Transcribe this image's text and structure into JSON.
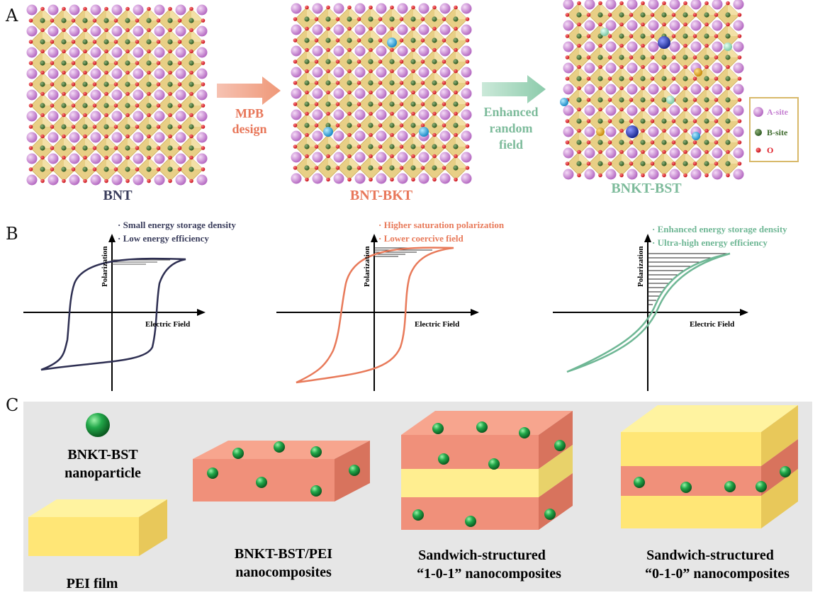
{
  "panels": {
    "a": "A",
    "b": "B",
    "c": "C"
  },
  "panel_a": {
    "structures": [
      "BNT",
      "BNT-BKT",
      "BNKT-BST"
    ],
    "arrow1": [
      "MPB",
      "design"
    ],
    "arrow2": [
      "Enhanced",
      "random",
      "field"
    ],
    "legend": [
      "A-site",
      "B-site",
      "O"
    ]
  },
  "panel_b": {
    "loops": [
      {
        "notes": [
          "· Small energy storage density",
          "· Low energy efficiency"
        ],
        "color": "#2e2f52"
      },
      {
        "notes": [
          "· Higher  saturation polarization",
          "· Lower coercive field"
        ],
        "color": "#e87a5a"
      },
      {
        "notes": [
          "· Enhanced energy storage density",
          "· Ultra-high energy efficiency"
        ],
        "color": "#6fb795"
      }
    ],
    "y_axis": "Polarization",
    "x_axis": "Electric Field"
  },
  "panel_c": {
    "nanoparticle": [
      "BNKT-BST",
      "nanoparticle"
    ],
    "film": "PEI film",
    "composite": [
      "BNKT-BST/PEI",
      "nanocomposites"
    ],
    "sandwich101": [
      "Sandwich-structured",
      "“1-0-1” nanocomposites"
    ],
    "sandwich010": [
      "Sandwich-structured",
      "“0-1-0” nanocomposites"
    ]
  },
  "colors": {
    "a_site": "#c57fd1",
    "b_site": "#3f6b2e",
    "o": "#e0202a",
    "octahedra": "#e8cf86",
    "dopant_blue": "#29a6e0",
    "dopant_navy": "#2d3fb0",
    "dopant_gold": "#e0a21c",
    "dopant_mint": "#9edbc0",
    "salmon": "#f0907a",
    "yellow": "#ffe676",
    "green_particle": "#1a9a3a"
  }
}
